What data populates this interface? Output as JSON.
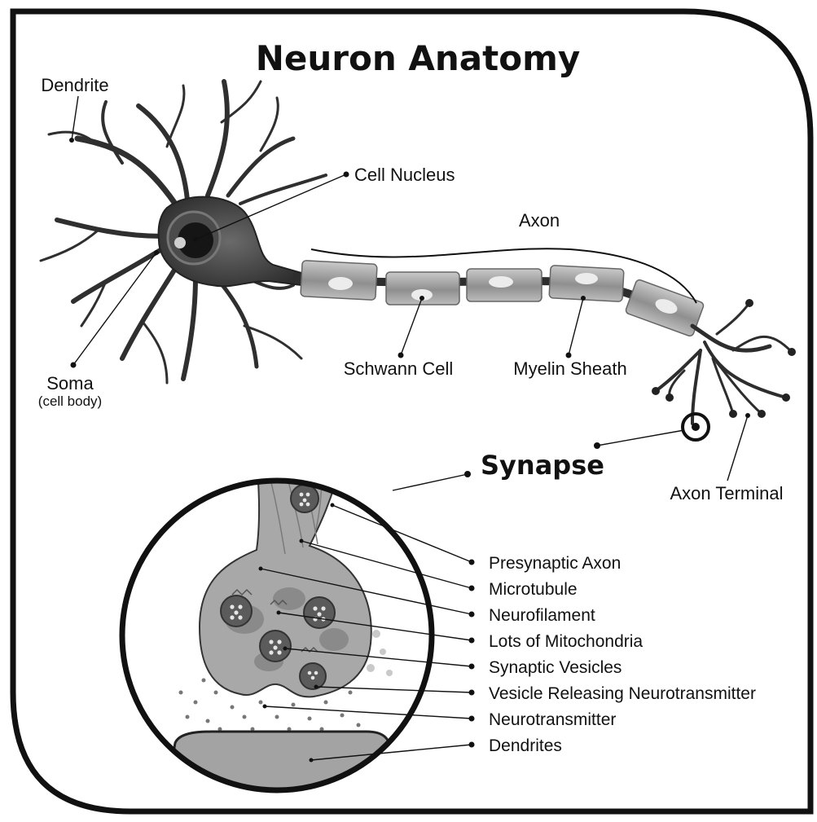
{
  "title": "Neuron Anatomy",
  "labels": {
    "dendrite": "Dendrite",
    "cell_nucleus": "Cell Nucleus",
    "axon": "Axon",
    "soma": "Soma",
    "soma_sub": "(cell body)",
    "schwann_cell": "Schwann Cell",
    "myelin_sheath": "Myelin Sheath",
    "synapse": "Synapse",
    "axon_terminal": "Axon Terminal"
  },
  "synapse_labels": [
    "Presynaptic Axon",
    "Microtubule",
    "Neurofilament",
    "Lots of Mitochondria",
    "Synaptic Vesicles",
    "Vesicle Releasing Neurotransmitter",
    "Neurotransmitter",
    "Dendrites"
  ],
  "colors": {
    "frame": "#111111",
    "neuron_body": "#3a3a3a",
    "myelin": "#8c8c8c",
    "myelin_light": "#bdbdbd",
    "synapse_fill": "#a9a9a9",
    "vesicle": "#5a5a5a"
  }
}
